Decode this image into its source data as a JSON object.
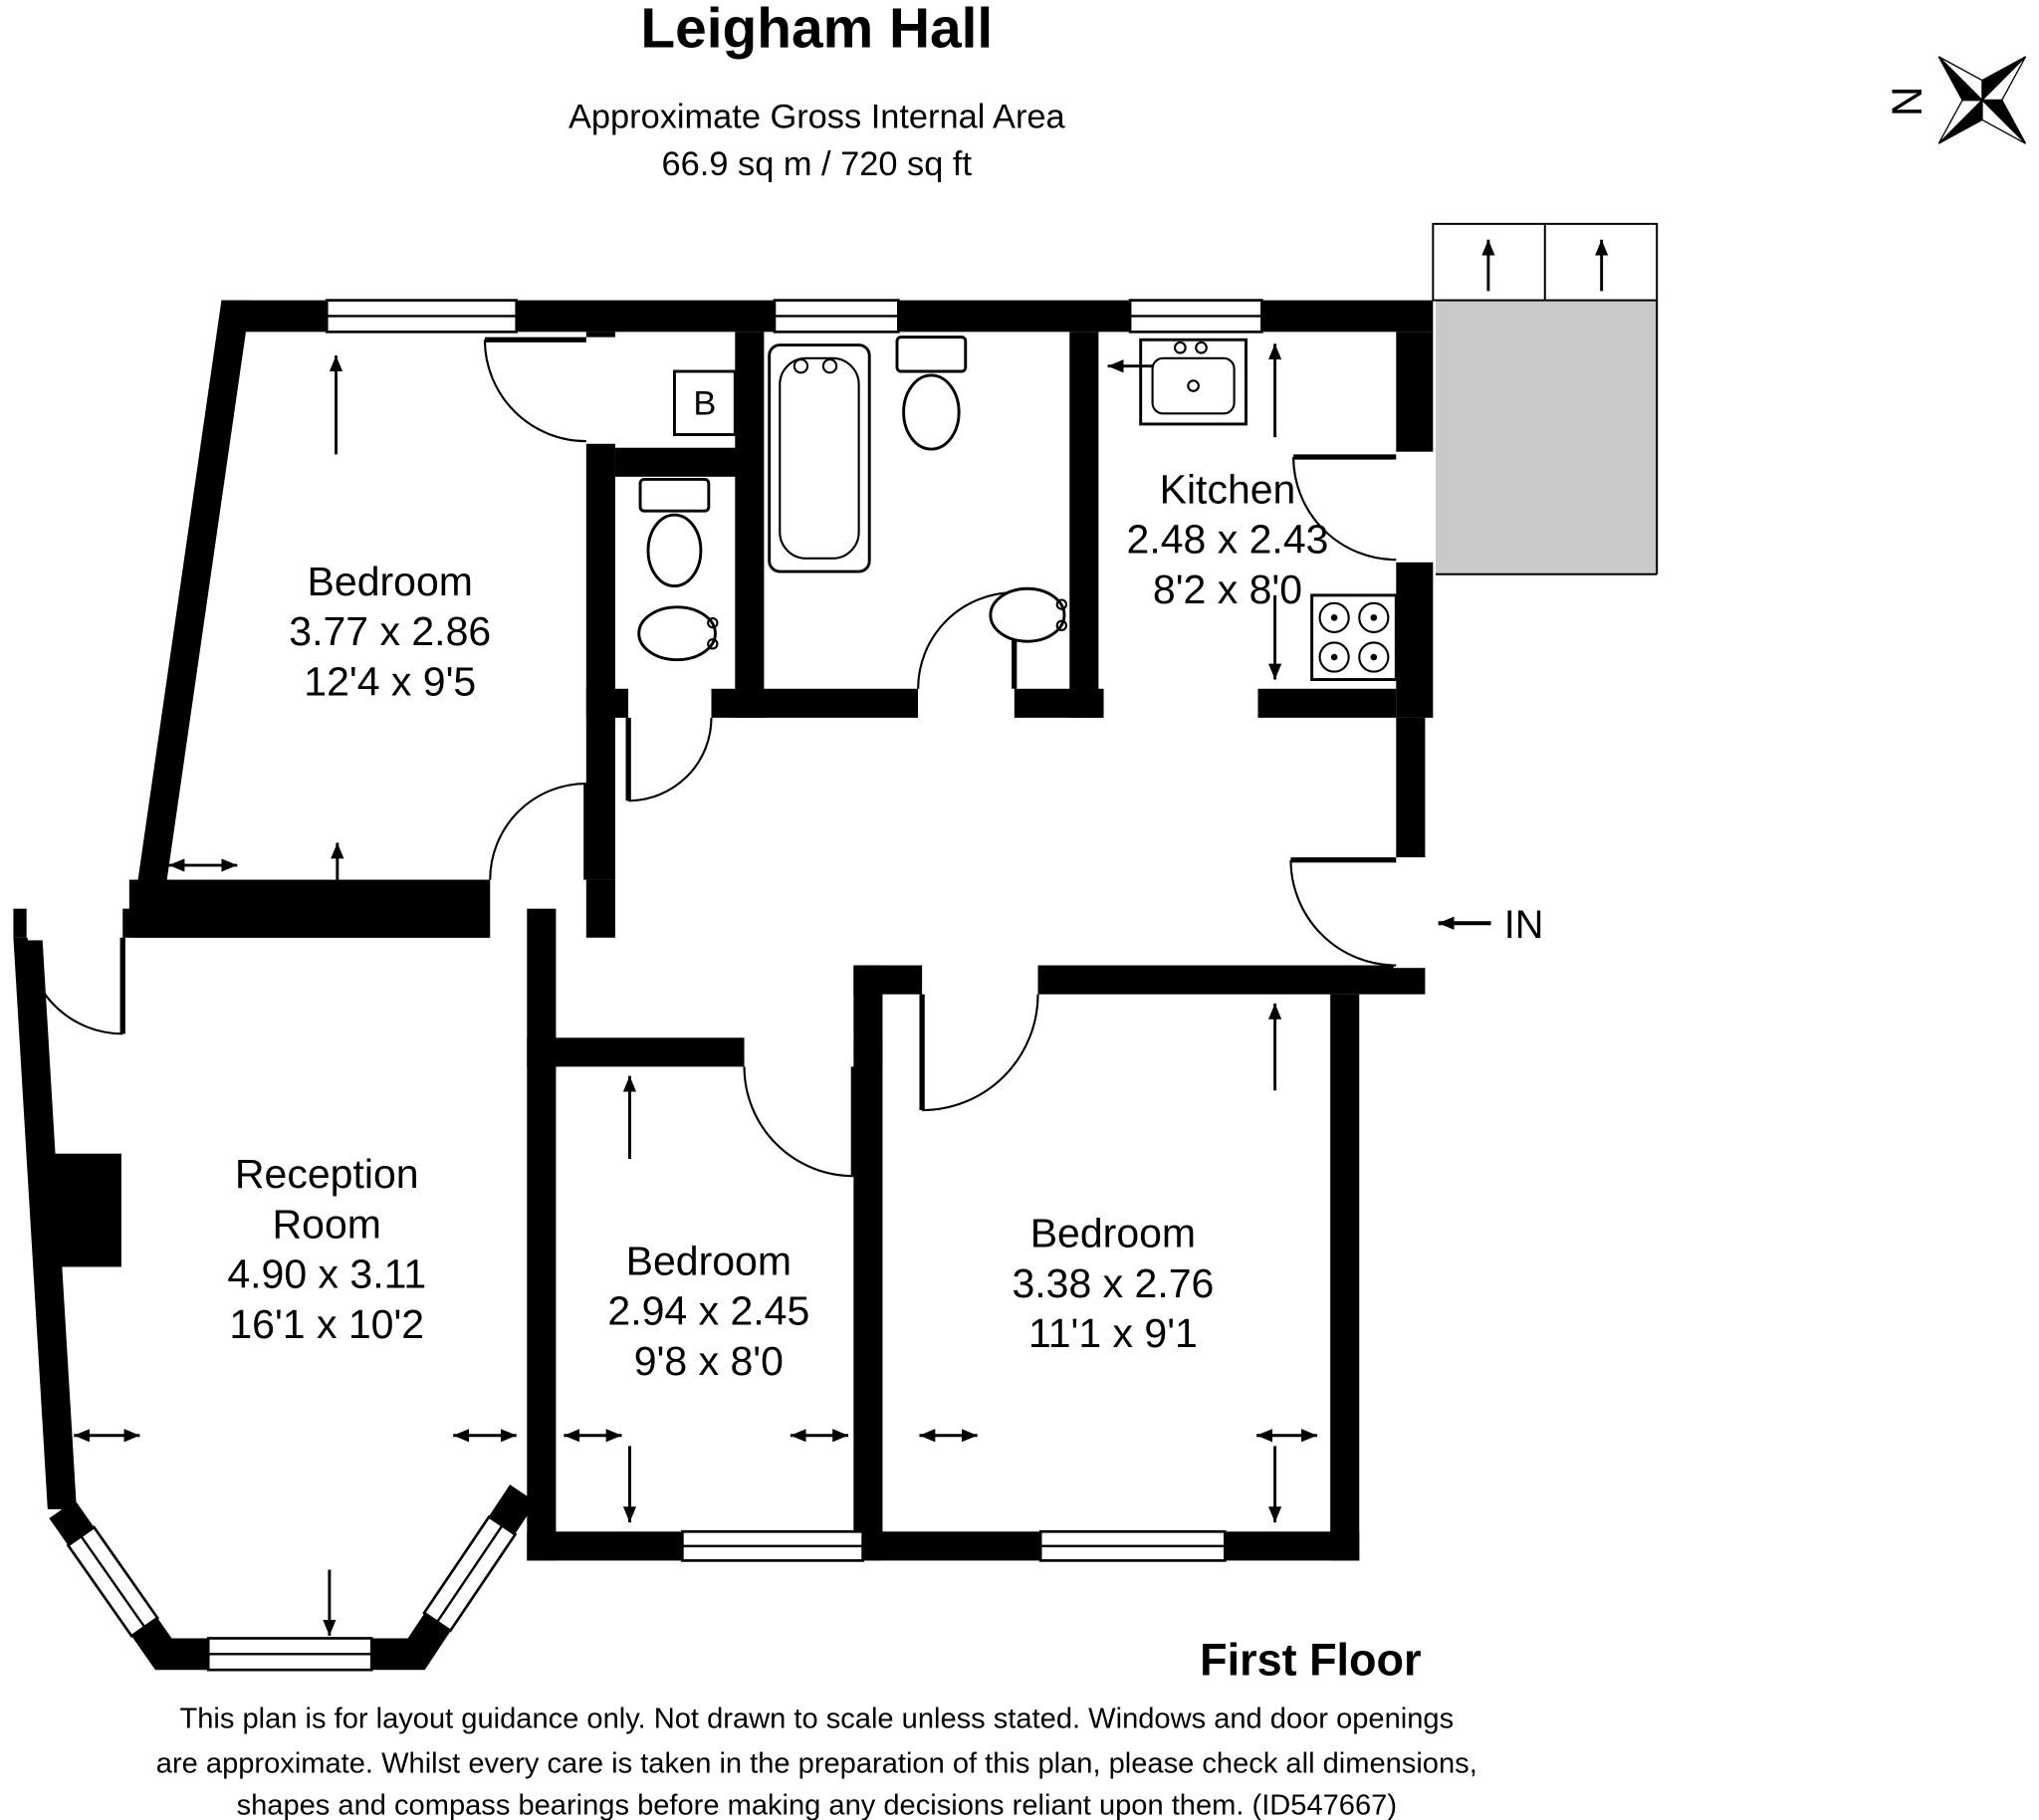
{
  "header": {
    "title": "Leigham Hall",
    "subtitle": "Approximate Gross Internal Area",
    "area": "66.9 sq m / 720 sq ft"
  },
  "compass": {
    "north": "N"
  },
  "rooms": {
    "bedroom1": {
      "name": "Bedroom",
      "metric": "3.77 x 2.86",
      "imperial": "12'4 x 9'5"
    },
    "kitchen": {
      "name": "Kitchen",
      "metric": "2.48 x 2.43",
      "imperial": "8'2 x 8'0"
    },
    "reception": {
      "name_line1": "Reception",
      "name_line2": "Room",
      "metric": "4.90 x 3.11",
      "imperial": "16'1 x 10'2"
    },
    "bedroom2": {
      "name": "Bedroom",
      "metric": "2.94 x 2.45",
      "imperial": "9'8 x 8'0"
    },
    "bedroom3": {
      "name": "Bedroom",
      "metric": "3.38 x 2.76",
      "imperial": "11'1 x 9'1"
    }
  },
  "annotations": {
    "boiler": "B",
    "entrance": "IN",
    "floor": "First Floor"
  },
  "disclaimer": {
    "line1": "This plan is for layout guidance only. Not drawn to scale unless stated. Windows and door openings",
    "line2": "are approximate. Whilst every care is taken in the preparation of this plan, please check all dimensions,",
    "line3": "shapes and compass bearings before making any decisions reliant upon them. (ID547667)"
  },
  "icons": {
    "compass": "compass-rose",
    "entrance_arrow": "arrow-left"
  },
  "colors": {
    "walls": "#000000",
    "balcony_floor": "#c9c9c9",
    "background": "#ffffff"
  }
}
